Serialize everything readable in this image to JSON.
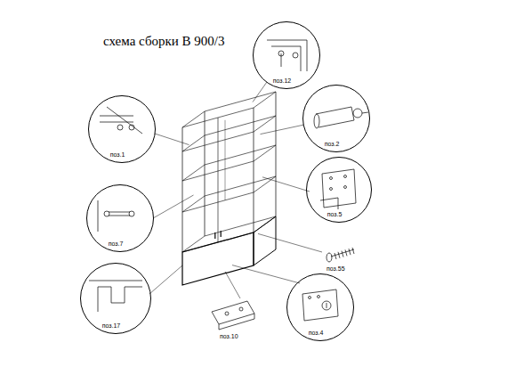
{
  "diagram": {
    "title": "схема сборки В 900/3",
    "nodes": [
      {
        "text": [
          "поз.12"
        ]
      },
      {
        "text": [
          "поз.2"
        ]
      },
      {
        "text": [
          "поз.1"
        ]
      },
      {
        "text": [
          "поз.5"
        ]
      },
      {
        "text": [
          "поз.7"
        ]
      },
      {
        "text": [
          "поз.17"
        ]
      },
      {
        "text": [
          "поз.4"
        ]
      }
    ],
    "labels": [
      "поз.55",
      "поз.10"
    ]
  }
}
